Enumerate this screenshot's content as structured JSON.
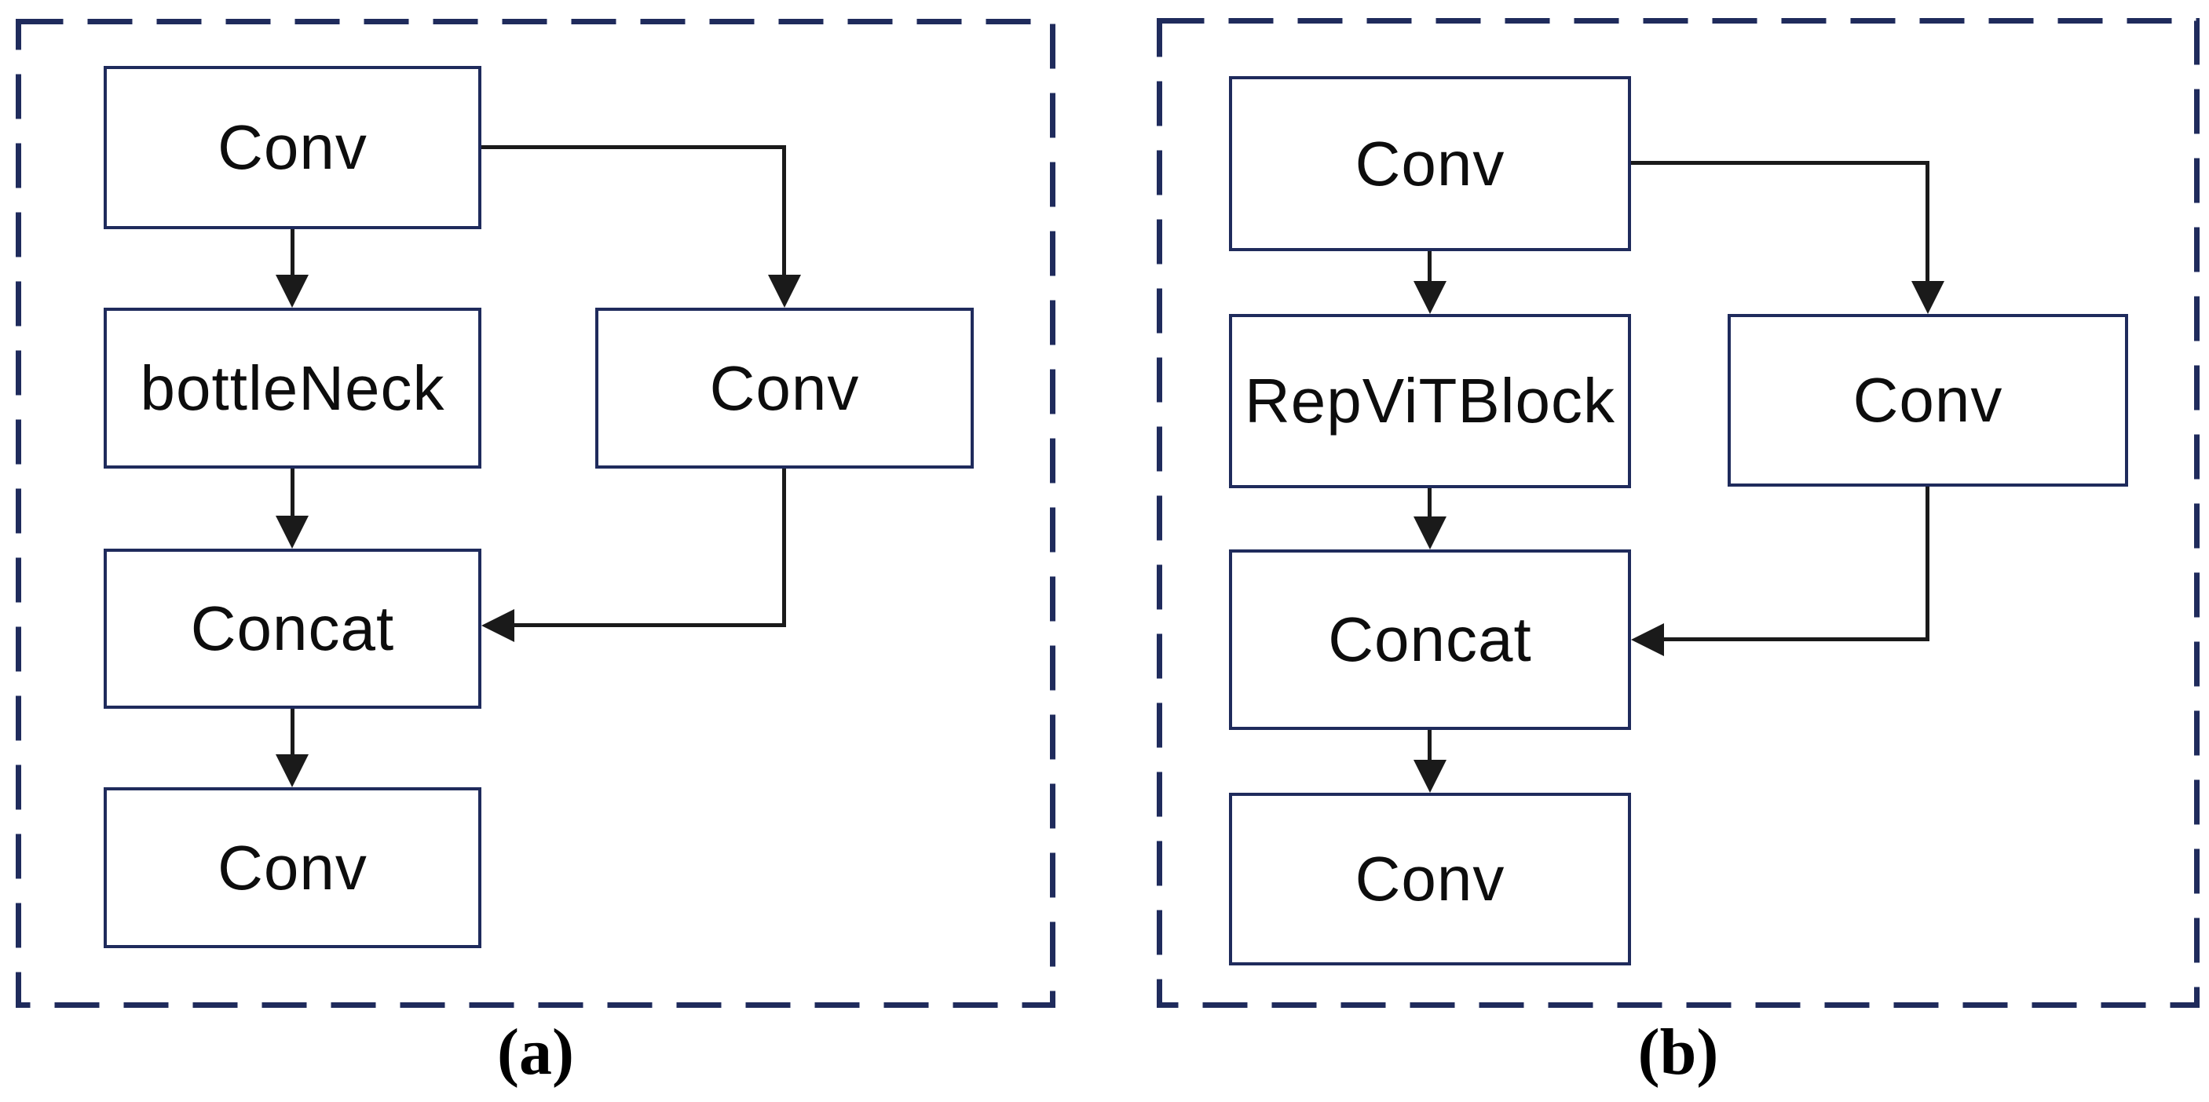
{
  "figure": {
    "panels": [
      {
        "caption": "(a)",
        "nodes": {
          "input": "Conv",
          "main_branch": "bottleNeck",
          "merge": "Concat",
          "output": "Conv",
          "side_branch": "Conv"
        }
      },
      {
        "caption": "(b)",
        "nodes": {
          "input": "Conv",
          "main_branch": "RepViTBlock",
          "merge": "Concat",
          "output": "Conv",
          "side_branch": "Conv"
        }
      }
    ],
    "colors": {
      "panel_dash_border": "#1f2b5c",
      "box_border": "#1f2b5c",
      "box_fill": "#ffffff",
      "connector": "#1a1a1a",
      "label_text": "#0d0d0d",
      "caption_text": "#000000",
      "background": "#ffffff"
    }
  }
}
